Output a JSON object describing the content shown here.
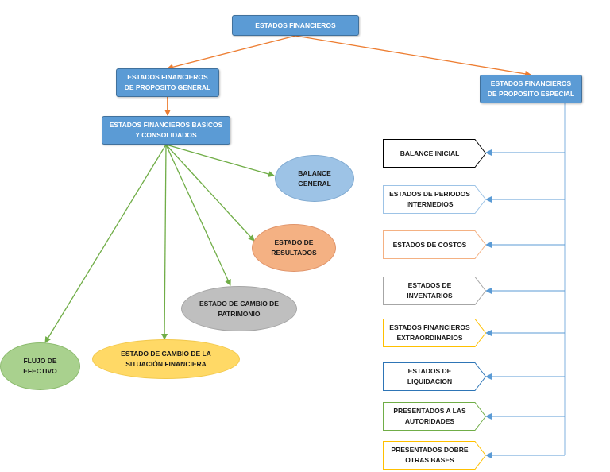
{
  "diagram": {
    "root": "ESTADOS FINANCIEROS",
    "general_purpose": "ESTADOS FINANCIEROS DE PROPOSITO GENERAL",
    "special_purpose": "ESTADOS FINANCIEROS DE PROPOSITO ESPECIAL",
    "basic_consolidated": "ESTADOS FINANCIEROS BASICOS Y CONSOLIDADOS",
    "basic_statements": [
      {
        "label": "BALANCE GENERAL",
        "color": "#9dc3e6"
      },
      {
        "label": "ESTADO DE RESULTADOS",
        "color": "#f4b183"
      },
      {
        "label": "ESTADO DE CAMBIO DE PATRIMONIO",
        "color": "#bfbfbf"
      },
      {
        "label": "ESTADO DE CAMBIO DE LA SITUACIÓN FINANCIERA",
        "color": "#ffd966"
      },
      {
        "label": "FLUJO DE EFECTIVO",
        "color": "#a9d18e"
      }
    ],
    "special_statements": [
      {
        "label": "BALANCE INICIAL",
        "color": "#000000"
      },
      {
        "label": "ESTADOS DE PERIODOS INTERMEDIOS",
        "color": "#9dc3e6"
      },
      {
        "label": "ESTADOS DE COSTOS",
        "color": "#f4b183"
      },
      {
        "label": "ESTADOS DE INVENTARIOS",
        "color": "#a6a6a6"
      },
      {
        "label": "ESTADOS FINANCIEROS EXTRAORDINARIOS",
        "color": "#ffc000"
      },
      {
        "label": "ESTADOS DE LIQUIDACION",
        "color": "#2e75b6"
      },
      {
        "label": "PRESENTADOS A LAS AUTORIDADES",
        "color": "#70ad47"
      },
      {
        "label": "PRESENTADOS DOBRE OTRAS BASES",
        "color": "#ffc000"
      }
    ],
    "colors": {
      "box_fill": "#5b9bd5",
      "box_border": "#41719c",
      "orange_connector": "#ed7d31",
      "green_connector": "#70ad47",
      "blue_connector": "#9dc3e6"
    }
  }
}
